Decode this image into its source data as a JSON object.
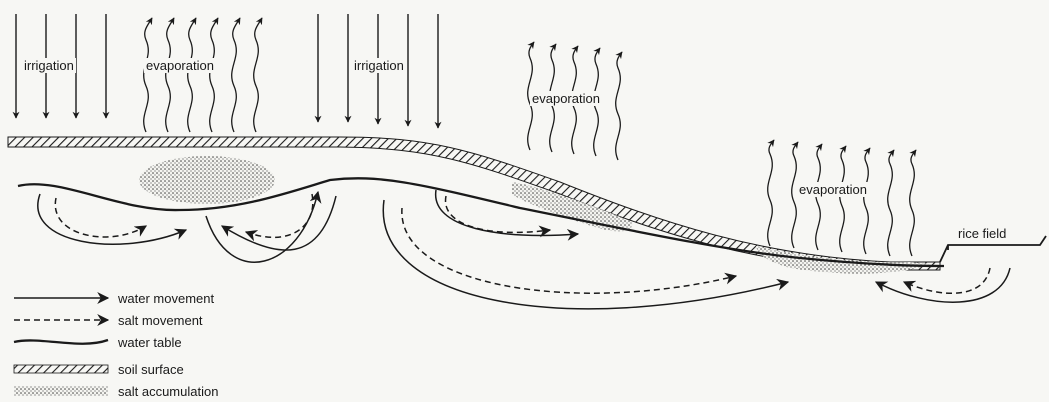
{
  "labels": {
    "irrigation_1": "irrigation",
    "irrigation_2": "irrigation",
    "evaporation_1": "evaporation",
    "evaporation_2": "evaporation",
    "evaporation_3": "evaporation",
    "rice_field": "rice field"
  },
  "legend": {
    "water_movement": "water movement",
    "salt_movement": "salt movement",
    "water_table": "water table",
    "soil_surface": "soil surface",
    "salt_accumulation": "salt accumulation"
  },
  "colors": {
    "ink": "#1a1a1a",
    "background": "#f7f7f4"
  }
}
